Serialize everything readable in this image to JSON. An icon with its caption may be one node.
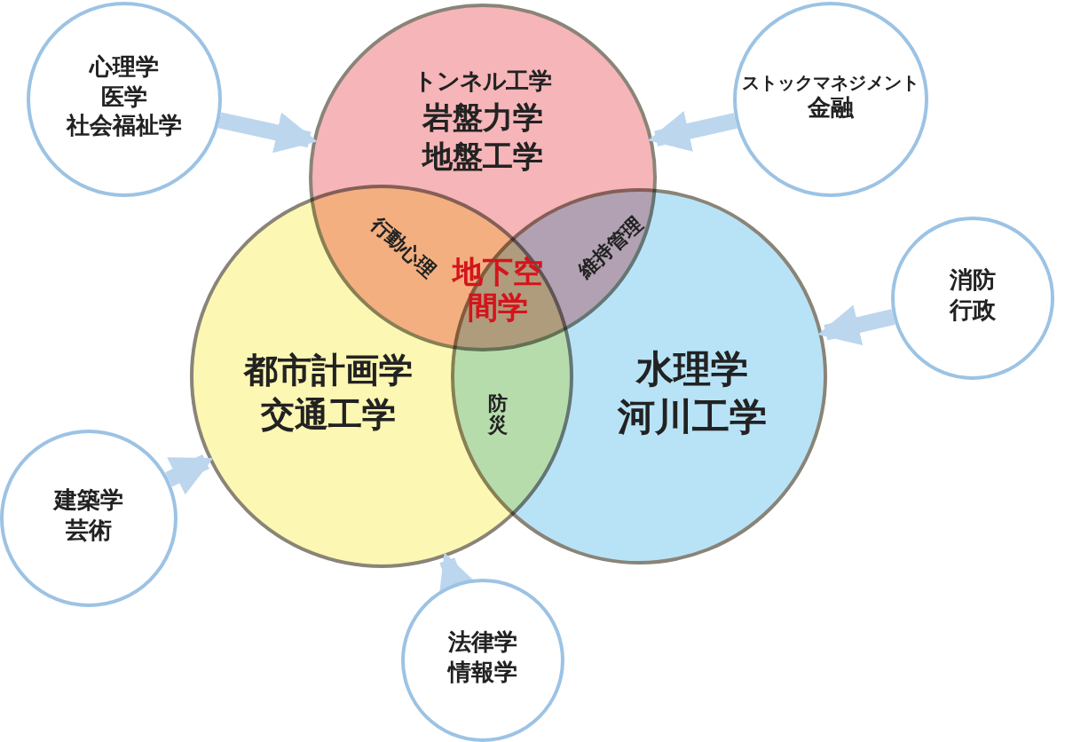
{
  "diagram": {
    "nodes": [
      {
        "text": [
          "トンネル工学",
          "岩盤力学",
          "地盤工学"
        ]
      },
      {
        "text": [
          "都市計画学",
          "交通工学"
        ]
      },
      {
        "text": [
          "水理学",
          "河川工学"
        ]
      },
      {
        "text": [
          "心理学",
          "医学",
          "社会福祉学"
        ]
      },
      {
        "text": [
          "ストックマネジメント",
          "金融"
        ]
      },
      {
        "text": [
          "消防",
          "行政"
        ]
      },
      {
        "text": [
          "建築学",
          "芸術"
        ]
      },
      {
        "text": [
          "法律学",
          "情報学"
        ]
      }
    ],
    "edges": [
      {
        "from": 3,
        "to": 0,
        "arrow": "to"
      },
      {
        "from": 4,
        "to": 0,
        "arrow": "to"
      },
      {
        "from": 5,
        "to": 2,
        "arrow": "to"
      },
      {
        "from": 6,
        "to": 1,
        "arrow": "to"
      },
      {
        "from": 7,
        "to": 1,
        "arrow": "to"
      }
    ],
    "labels": [
      "行動心理",
      "維持管理",
      "地下空間学",
      "防災"
    ]
  }
}
